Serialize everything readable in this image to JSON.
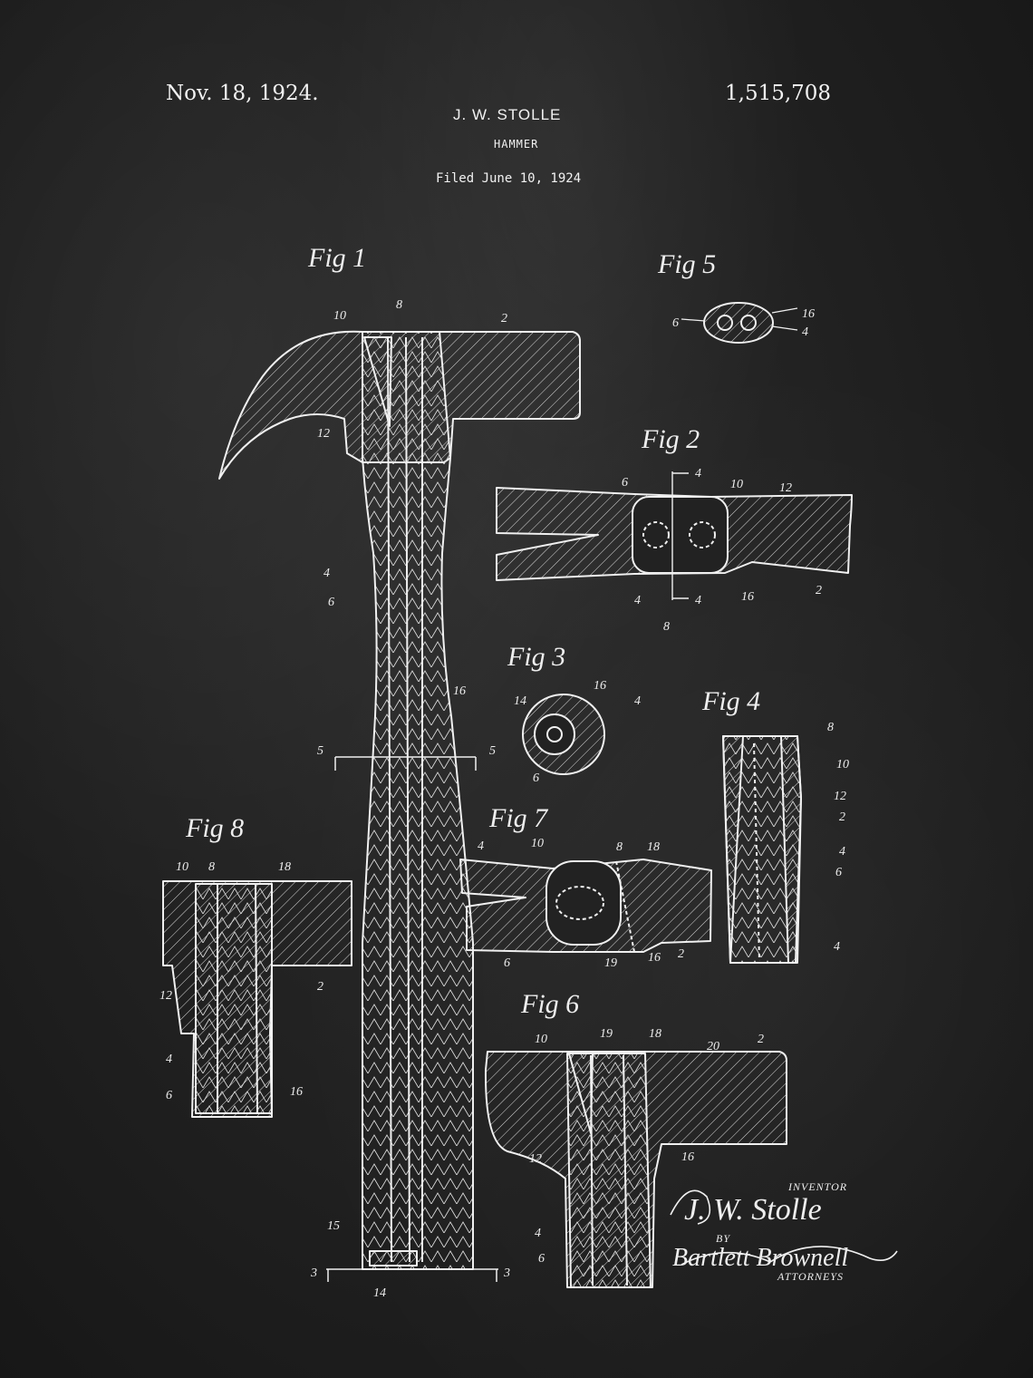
{
  "header": {
    "date": "Nov. 18, 1924.",
    "patent_number": "1,515,708",
    "inventor": "J. W. STOLLE",
    "title": "HAMMER",
    "filed": "Filed June 10, 1924"
  },
  "figures": {
    "fig1": "Fig 1",
    "fig2": "Fig 2",
    "fig3": "Fig 3",
    "fig4": "Fig 4",
    "fig5": "Fig 5",
    "fig6": "Fig 6",
    "fig7": "Fig 7",
    "fig8": "Fig 8"
  },
  "refs": [
    "2",
    "3",
    "4",
    "5",
    "6",
    "8",
    "10",
    "12",
    "14",
    "15",
    "16",
    "18",
    "19",
    "20"
  ],
  "signature": {
    "inventor_caption": "INVENTOR",
    "inventor_signature": "J. W. Stolle",
    "by_caption": "BY",
    "attorneys_signature": "Bartlett Brownell",
    "attorneys_caption": "ATTORNEYS"
  },
  "colors": {
    "background": "#1c1c1c",
    "ink": "#f2f2f2"
  }
}
